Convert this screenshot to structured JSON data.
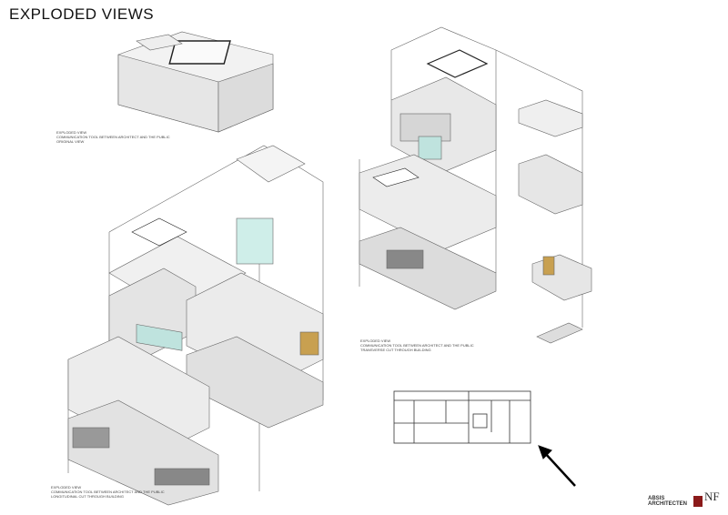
{
  "page": {
    "title": "EXPLODED VIEWS"
  },
  "captions": [
    {
      "lines": [
        "EXPLODED VIEW",
        "COMMUNICATION TOOL BETWEEN ARCHITECT AND THE PUBLIC",
        "ORIGINAL VIEW"
      ]
    },
    {
      "lines": [
        "EXPLODED VIEW",
        "COMMUNICATION TOOL BETWEEN ARCHITECT AND THE PUBLIC",
        "TRANSVERSE CUT THROUGH BUILDING"
      ]
    },
    {
      "lines": [
        "EXPLODED VIEW",
        "COMMUNICATION TOOL BETWEEN ARCHITECT AND THE PUBLIC",
        "LONGITUDINAL CUT THROUGH BUILDING"
      ]
    }
  ],
  "logo": {
    "line1": "ABSIS",
    "line2": "ARCHITECTEN",
    "mark": "NF"
  },
  "colors": {
    "glass": "#9fd6cf",
    "wood": "#c8a050",
    "line": "#555555"
  }
}
